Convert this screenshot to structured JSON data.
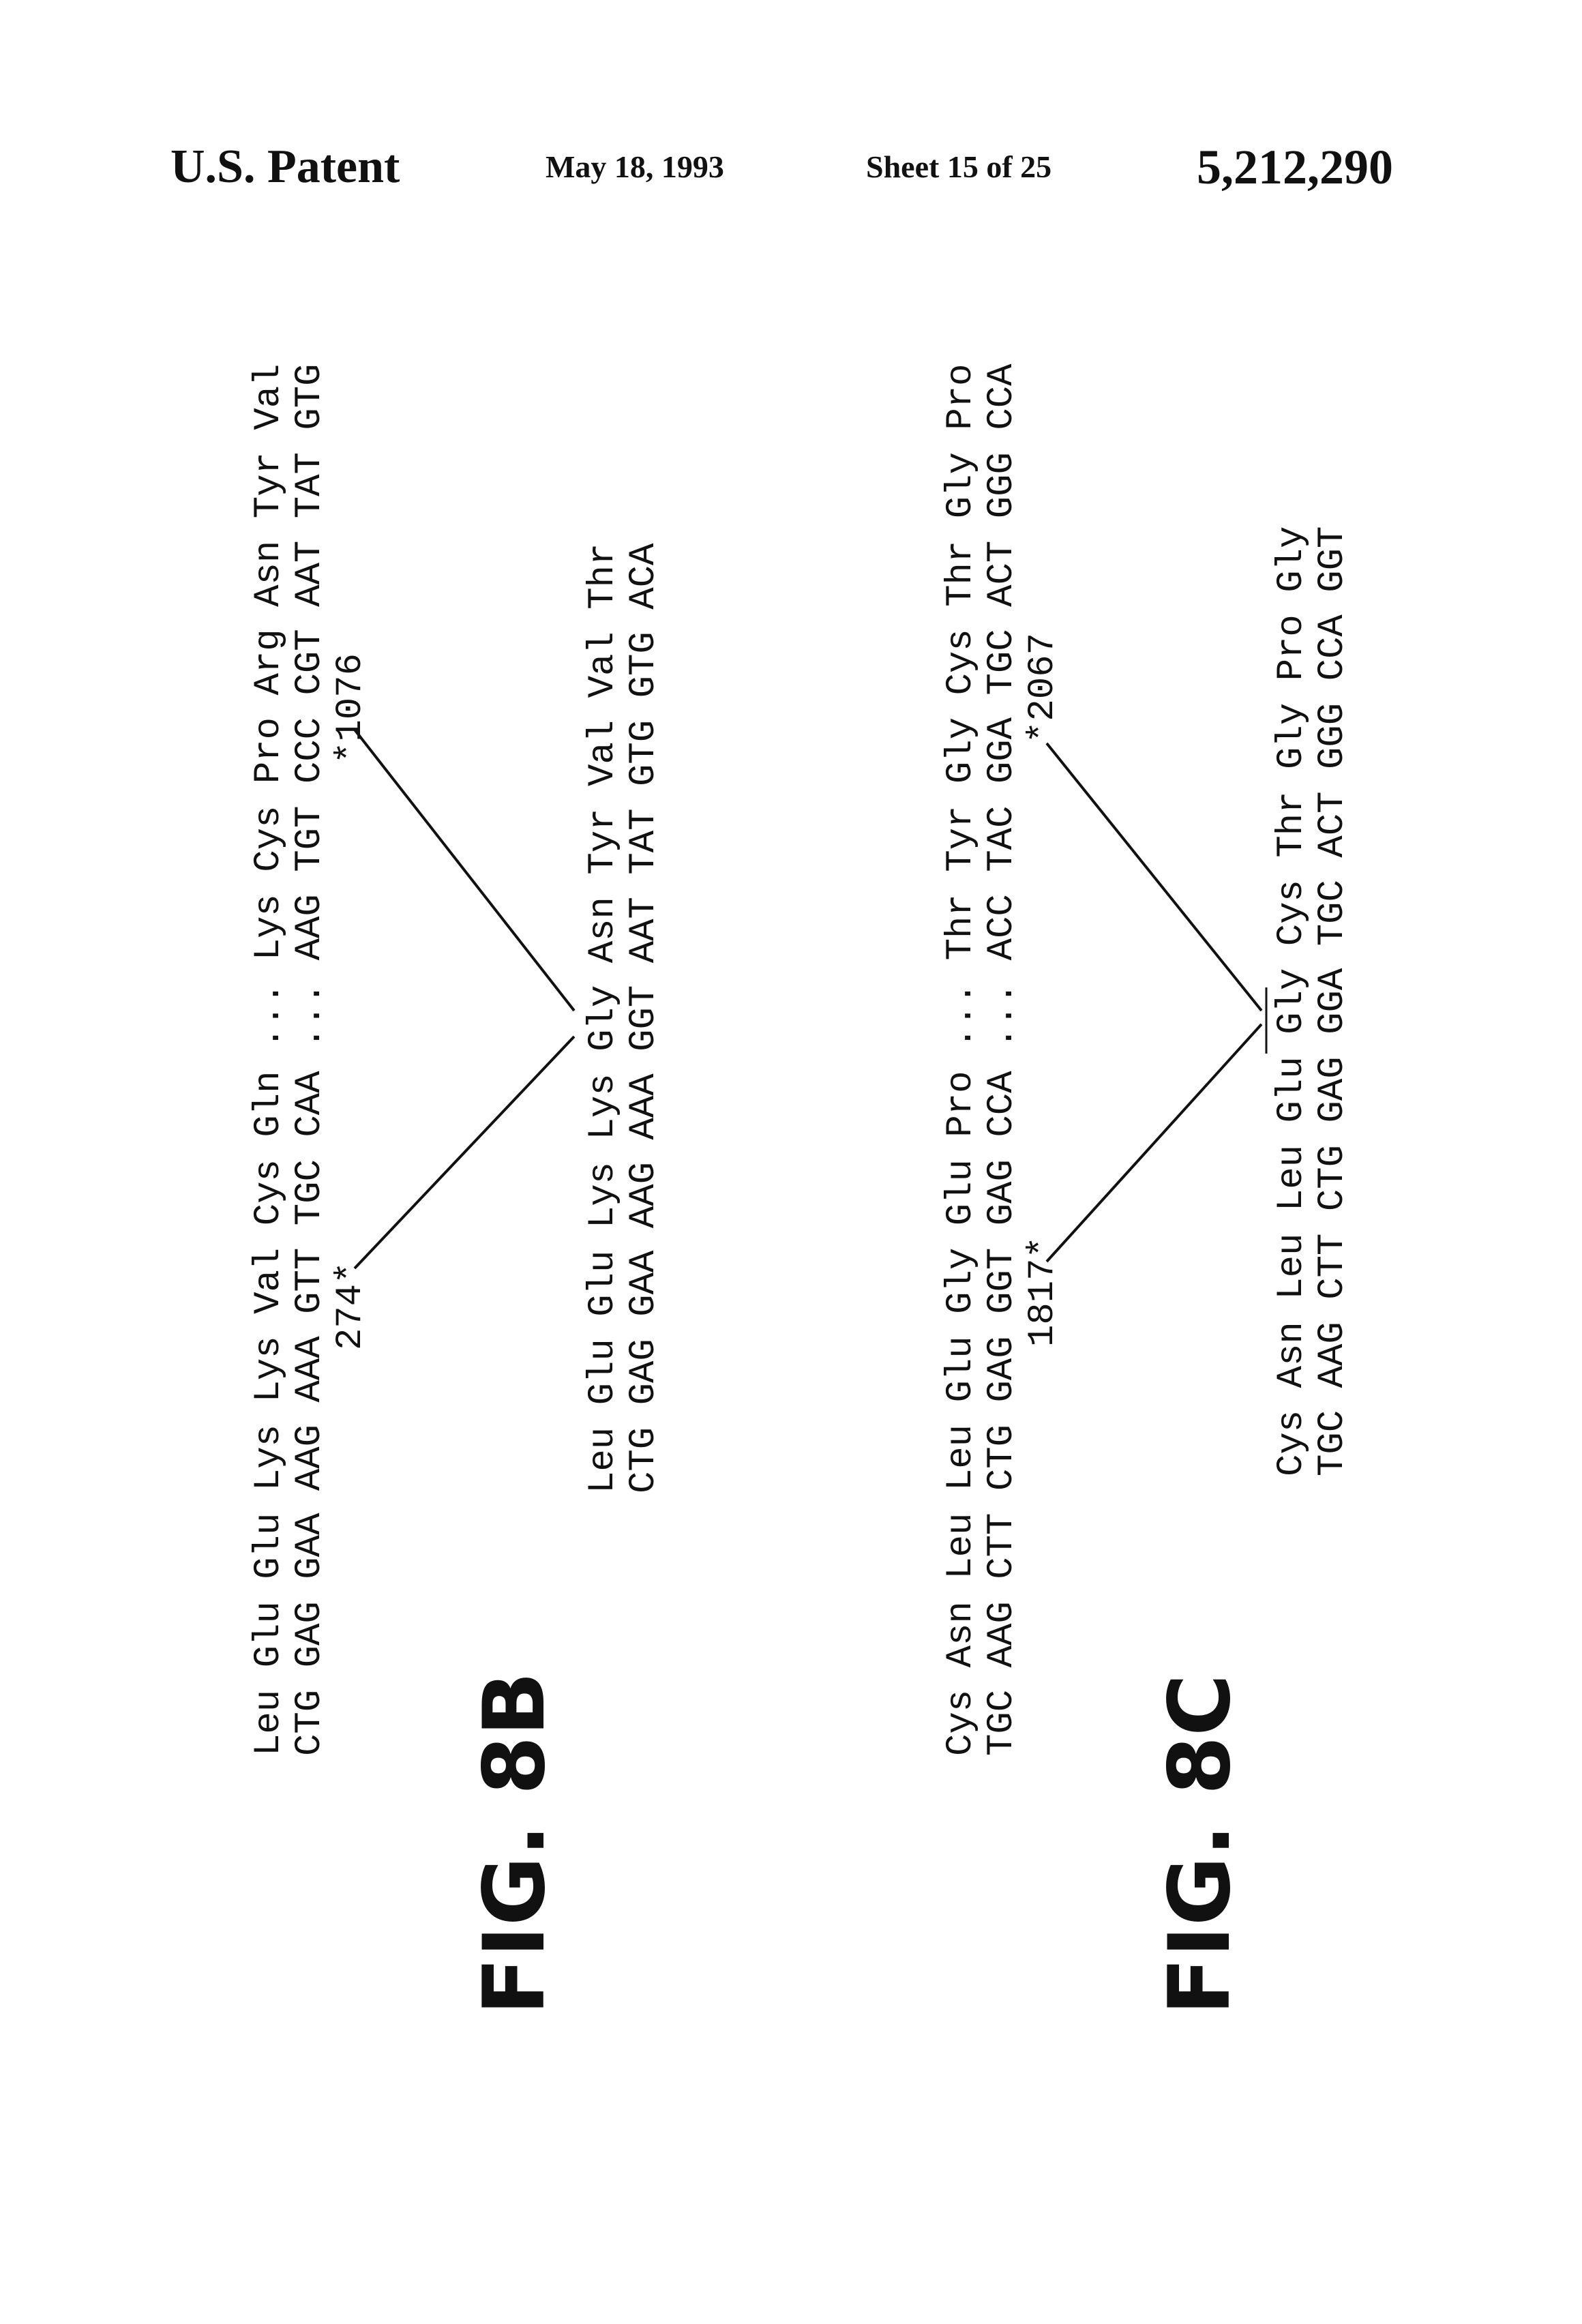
{
  "header": {
    "left": "U.S. Patent",
    "date": "May 18, 1993",
    "sheet": "Sheet 15 of 25",
    "number": "5,212,290"
  },
  "fig8b": {
    "label": "FIG. 8B",
    "top_aa": "Leu Glu Glu Lys Lys Val Cys Gln ... Lys Cys Pro Arg Asn Tyr Val",
    "top_nt": "CTG GAG GAA AAG AAA GTT TGC CAA ... AAG TGT CCC CGT AAT TAT GTG",
    "marker_left": "274*",
    "marker_right": "*1076",
    "bot_aa": "Leu Glu Glu Lys Lys Gly Asn Tyr Val Val Thr",
    "bot_nt": "CTG GAG GAA AAG AAA GGT AAT TAT GTG GTG ACA"
  },
  "fig8c": {
    "label": "FIG. 8C",
    "top_aa": "Cys Asn Leu Leu Glu Gly Glu Pro ... Thr Tyr Gly Cys Thr Gly Pro",
    "top_nt": "TGC AAG CTT CTG GAG GGT GAG CCA ... ACC TAC GGA TGC ACT GGG CCA",
    "marker_left": "1817*",
    "marker_right": "*2067",
    "bot_aa": "Cys Asn Leu Leu Glu Gly Cys Thr Gly Pro Gly",
    "bot_nt": "TGC AAG CTT CTG GAG GGA TGC ACT GGG CCA GGT"
  }
}
